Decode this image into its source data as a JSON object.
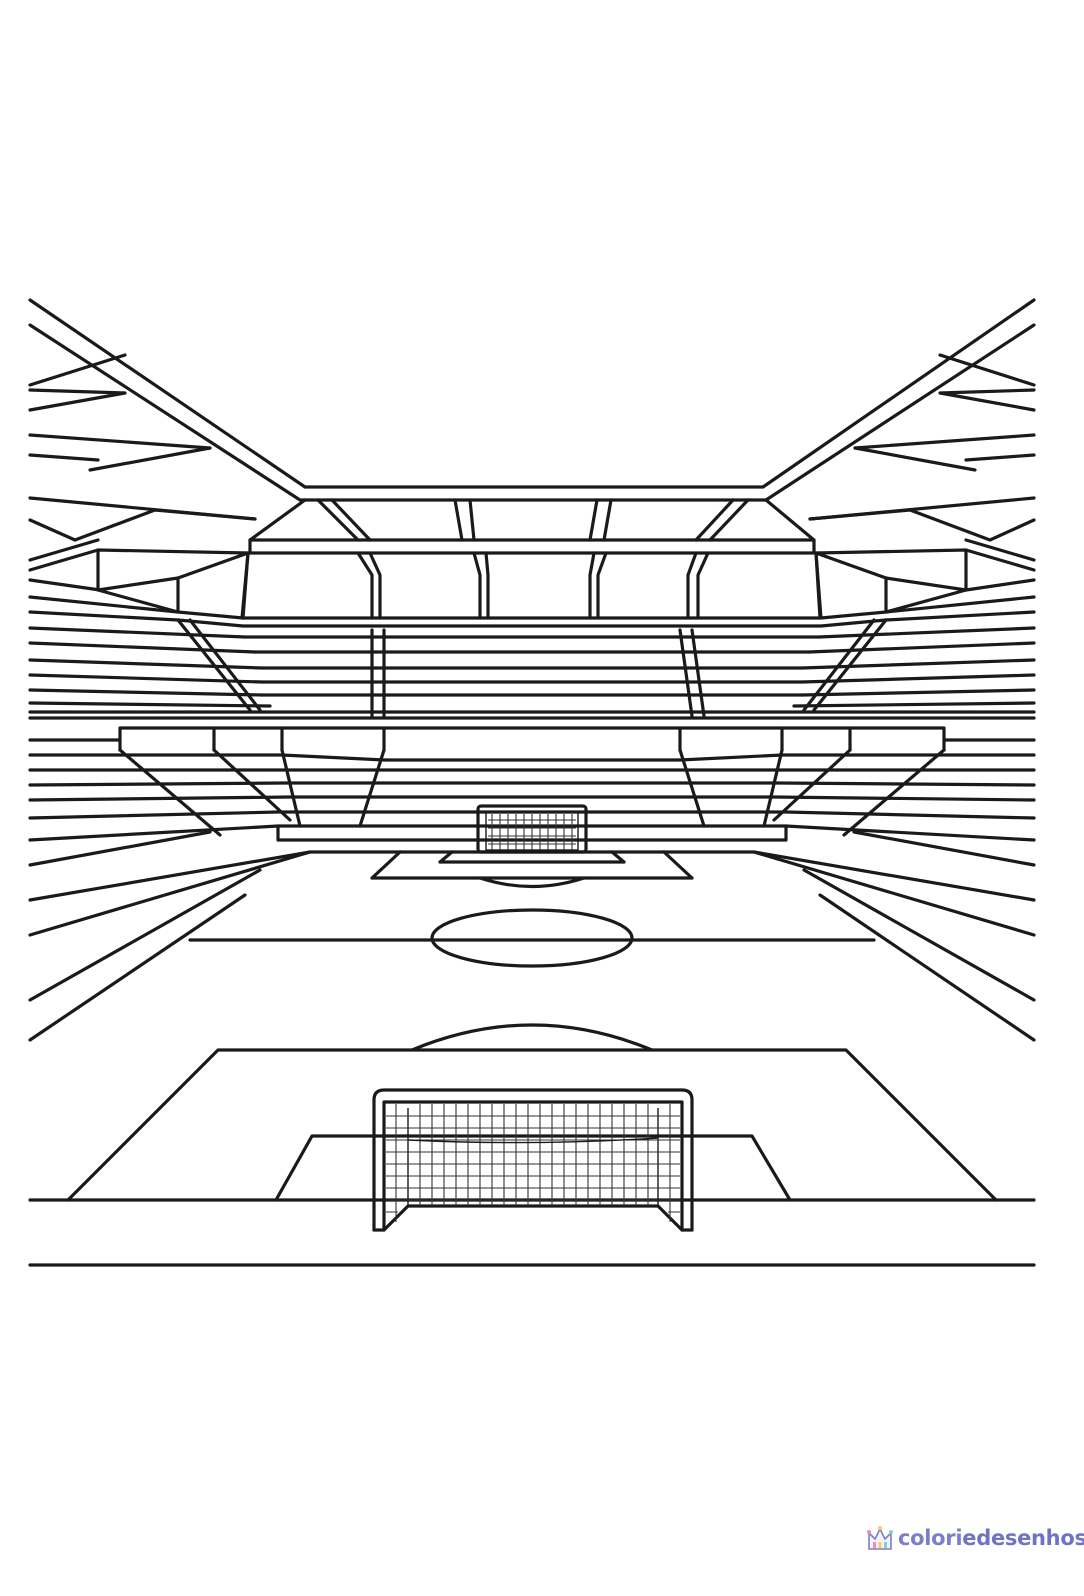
{
  "brand": {
    "logo_word_1": "colori",
    "logo_word_2": "edesenhos",
    "logo_icon": "crown-icon",
    "colors": {
      "primary": "#7b7ec8",
      "accent_pink": "#f28ab8",
      "accent_yellow": "#f5d05e",
      "accent_teal": "#7fd3c8"
    }
  },
  "drawing": {
    "subject": "stadium-coloring-page",
    "line_color": "#1a1a1a",
    "background": "#ffffff"
  }
}
